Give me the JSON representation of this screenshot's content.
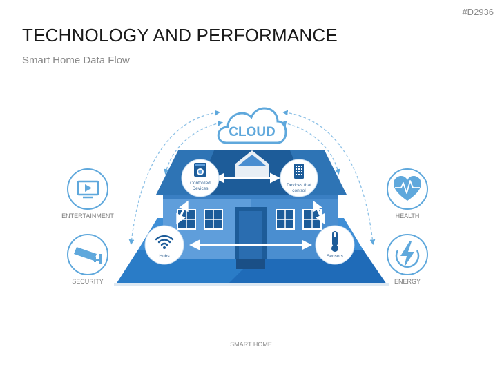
{
  "slide": {
    "id": "#D2936",
    "title": "TECHNOLOGY AND PERFORMANCE",
    "subtitle": "Smart Home Data Flow",
    "footer": "SMART HOME"
  },
  "diagram": {
    "cloud_label": "CLOUD",
    "categories": {
      "entertainment": "ENTERTAINMENT",
      "security": "SECURITY",
      "health": "HEALTH",
      "energy": "ENERGY"
    },
    "nodes": {
      "controlled_devices": [
        "Controlled",
        "Devices"
      ],
      "devices_control": [
        "Devices that",
        "control"
      ],
      "hubs": "Hubs",
      "sensors": "Sensors"
    }
  },
  "colors": {
    "roof": "#2e74b5",
    "wall": "#4a8ed0",
    "platform": "#1f6bb8",
    "line": "#5fa8dc",
    "node_label": "#3f6c9a"
  }
}
